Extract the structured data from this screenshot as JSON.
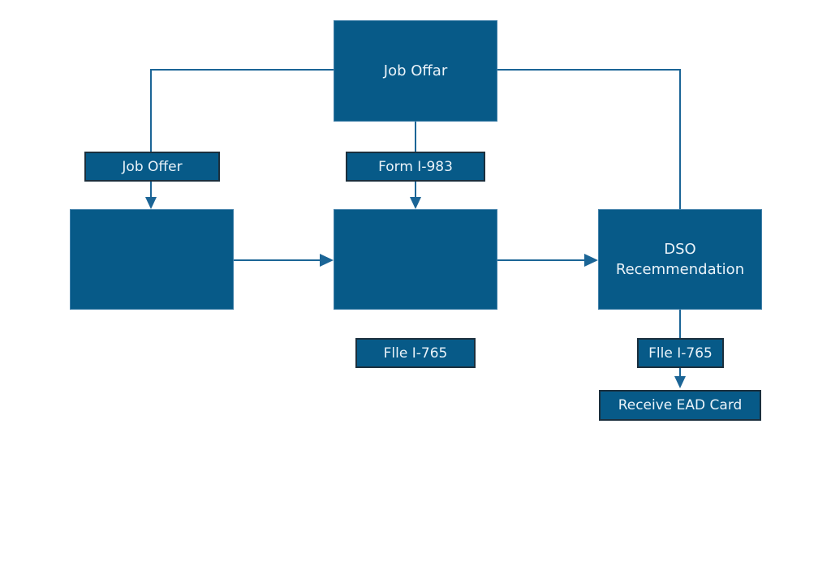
{
  "diagram": {
    "boxes": {
      "top": "Job Offar",
      "left": "",
      "center": "",
      "right_line1": "DSO",
      "right_line2": "Recemmendation"
    },
    "labels": {
      "left": "Job Offer",
      "center_top": "Form I-983",
      "center_bottom": "Flle I-765",
      "right": "Flle I-765",
      "final": "Receive EAD Card"
    }
  },
  "colors": {
    "box_fill": "#075a88",
    "connector": "#1b6596",
    "label_border": "#1b2f3d",
    "text": "#eaf3f9",
    "background": "#ffffff"
  }
}
